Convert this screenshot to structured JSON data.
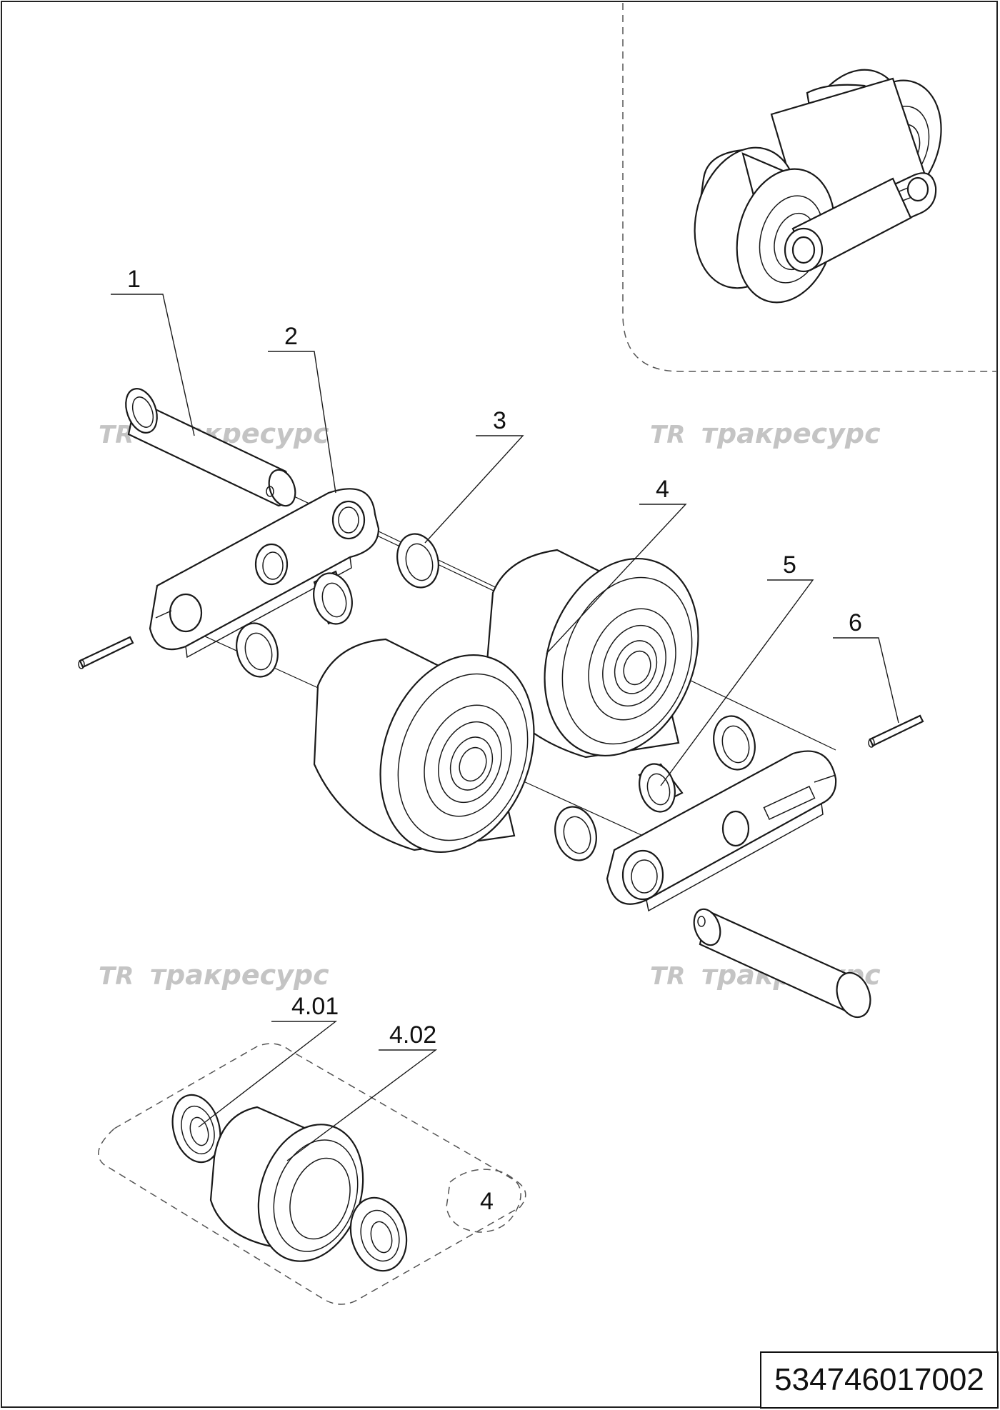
{
  "watermark": {
    "logo": "ТR",
    "brand": "тракресурс"
  },
  "callouts": {
    "c1": "1",
    "c2": "2",
    "c3": "3",
    "c4": "4",
    "c5": "5",
    "c6": "6",
    "c401": "4.01",
    "c402": "4.02",
    "group4": "4"
  },
  "part_number": "534746017002"
}
